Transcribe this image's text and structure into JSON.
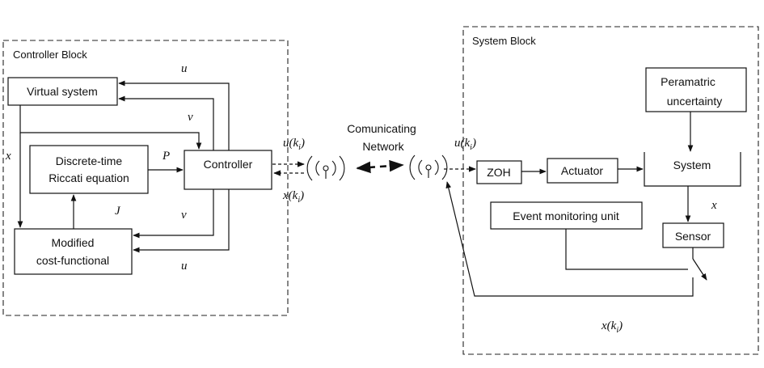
{
  "controller_block": {
    "title": "Controller Block",
    "virtual_system": "Virtual system",
    "riccati_line1": "Discrete-time",
    "riccati_line2": "Riccati equation",
    "controller": "Controller",
    "cost_line1": "Modified",
    "cost_line2": "cost-functional",
    "signals": {
      "u": "u",
      "v": "v",
      "x": "x",
      "P": "P",
      "J": "J",
      "u_k": "u(k",
      "x_k": "x(k",
      "i": "i",
      "close": ")"
    }
  },
  "network": {
    "line1": "Comunicating",
    "line2": "Network"
  },
  "system_block": {
    "title": "System Block",
    "uncertainty_line1": "Peramatric",
    "uncertainty_line2": "uncertainty",
    "zoh": "ZOH",
    "actuator": "Actuator",
    "system": "System",
    "event_monitor": "Event monitoring unit",
    "sensor": "Sensor",
    "signals": {
      "u_k": "u(k",
      "x": "x",
      "x_k": "x(k",
      "i": "i",
      "close": ")"
    }
  }
}
